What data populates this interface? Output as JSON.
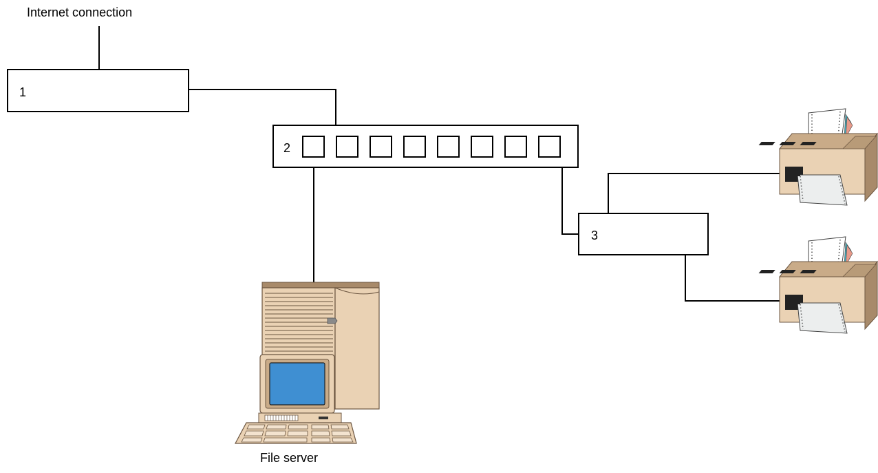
{
  "labels": {
    "internet": "Internet connection",
    "box1": "1",
    "box2": "2",
    "box3": "3",
    "file_server": "File server"
  },
  "switch": {
    "port_count": 8
  },
  "colors": {
    "line": "#000000",
    "screen": "#3f8fd2",
    "beige": "#ead2b4",
    "beige_dark": "#a88a6a",
    "beige_top": "#c9ab88"
  },
  "icons": [
    "computer-icon",
    "printer-icon"
  ]
}
